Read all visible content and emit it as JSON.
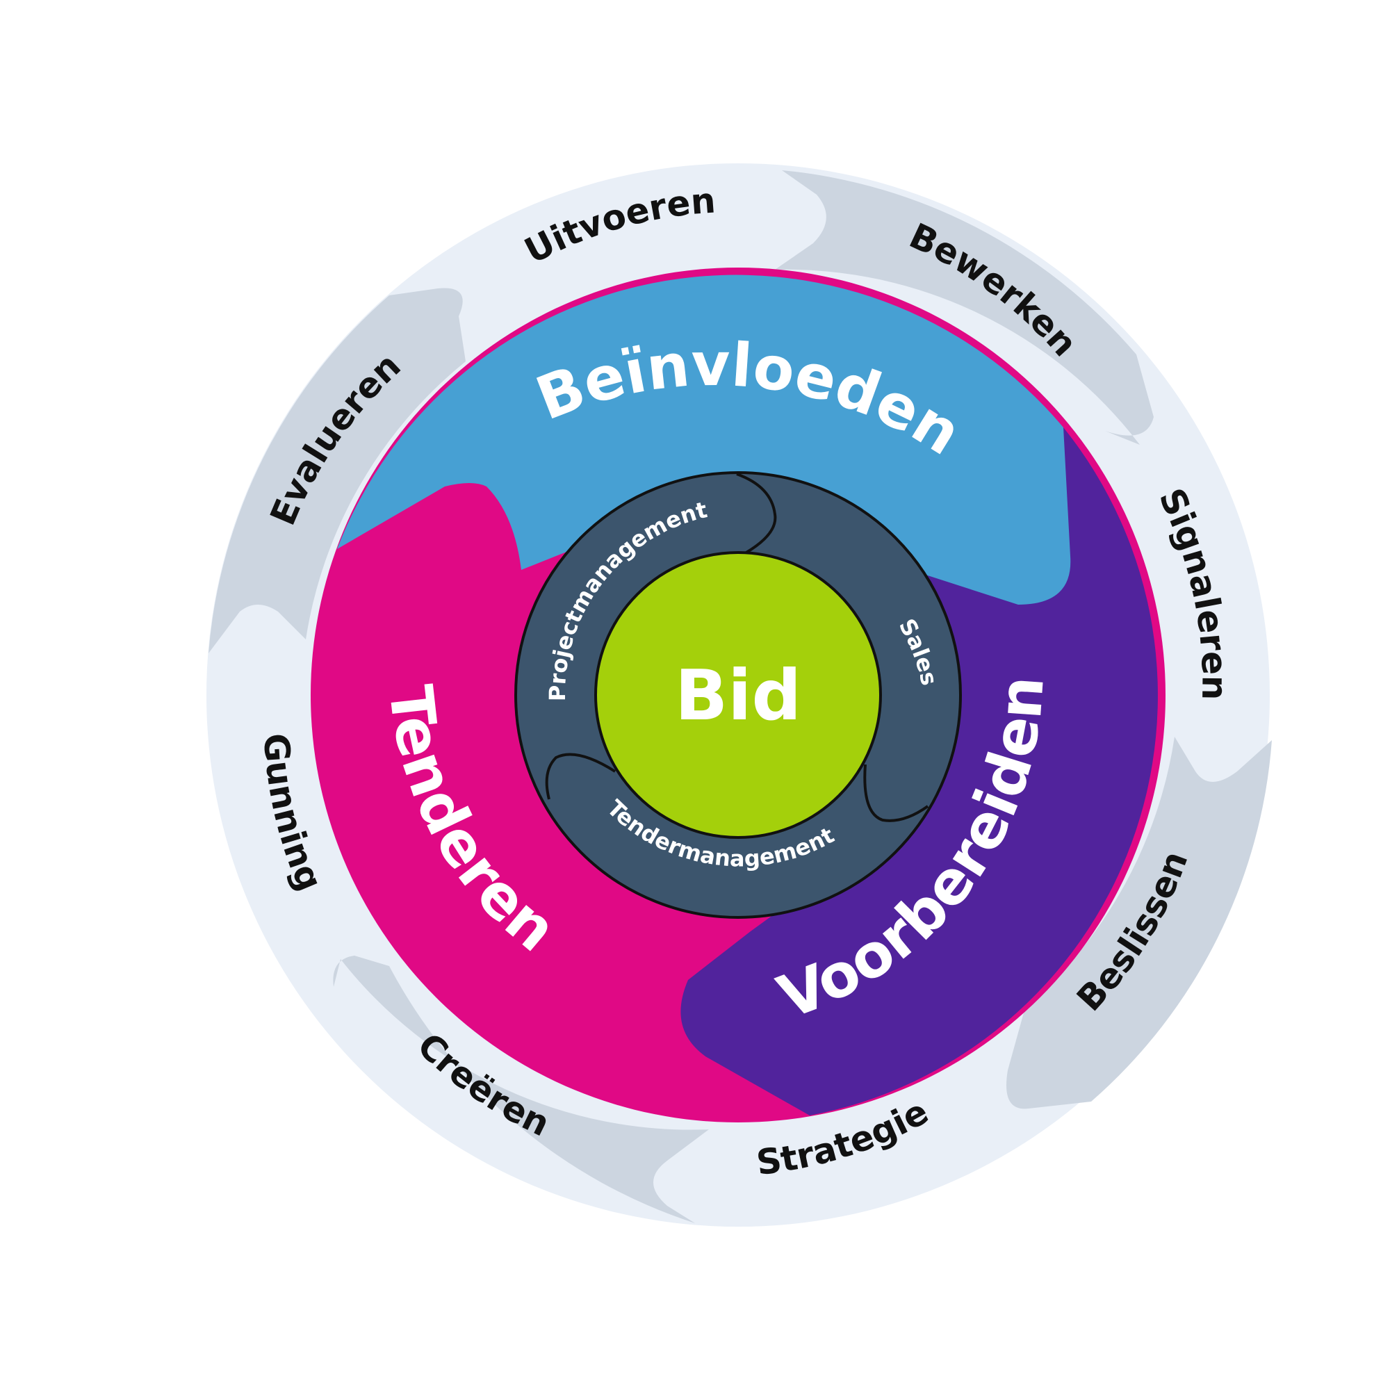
{
  "colors": {
    "outer_ring": "#e9eff7",
    "outer_arrows": "#ccd5e0",
    "beinvloeden": "#47a0d3",
    "voorbereiden": "#51239c",
    "tenderen": "#e00985",
    "inner_ring": "#3c556d",
    "center": "#a4d00b",
    "mid_text": "#ffffff",
    "outer_text": "#111111"
  },
  "outer_steps": [
    {
      "id": "uitvoeren",
      "label": "Uitvoeren"
    },
    {
      "id": "bewerken",
      "label": "Bewerken"
    },
    {
      "id": "signaleren",
      "label": "Signaleren"
    },
    {
      "id": "beslissen",
      "label": "Beslissen"
    },
    {
      "id": "strategie",
      "label": "Strategie"
    },
    {
      "id": "creeren",
      "label": "Creëren"
    },
    {
      "id": "gunning",
      "label": "Gunning"
    },
    {
      "id": "evalueren",
      "label": "Evalueren"
    }
  ],
  "phases": [
    {
      "id": "beinvloeden",
      "label": "Beïnvloeden"
    },
    {
      "id": "voorbereiden",
      "label": "Voorbereiden"
    },
    {
      "id": "tenderen",
      "label": "Tenderen"
    }
  ],
  "inner_roles": [
    {
      "id": "projectmanagement",
      "label": "Projectmanagement"
    },
    {
      "id": "sales",
      "label": "Sales"
    },
    {
      "id": "tendermanagement",
      "label": "Tendermanagement"
    }
  ],
  "center": {
    "label": "Bid"
  }
}
